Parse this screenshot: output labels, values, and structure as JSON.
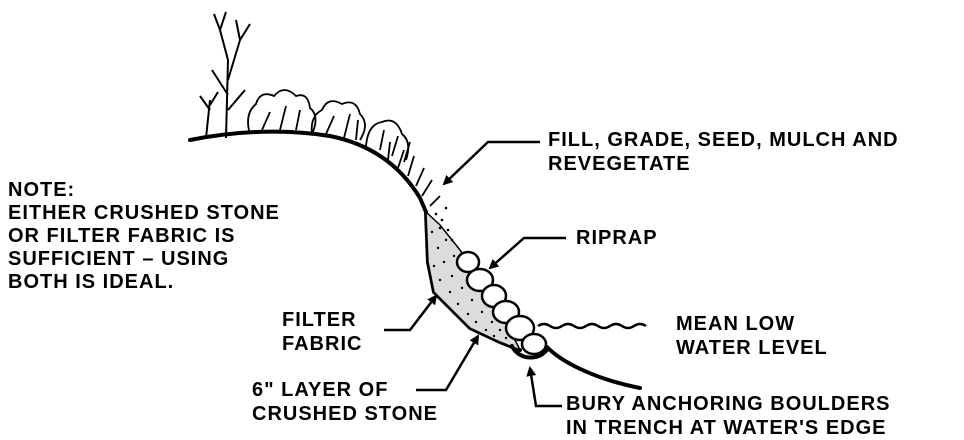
{
  "note": {
    "lines": [
      "NOTE:",
      "EITHER CRUSHED STONE",
      "OR FILTER FABRIC IS",
      "SUFFICIENT – USING",
      "BOTH IS IDEAL."
    ]
  },
  "labels": {
    "fill_grade": [
      "FILL, GRADE, SEED, MULCH AND",
      "REVEGETATE"
    ],
    "riprap": [
      "RIPRAP"
    ],
    "mean_low_water": [
      "MEAN LOW",
      "WATER LEVEL"
    ],
    "filter_fabric": [
      "FILTER",
      "FABRIC"
    ],
    "crushed_stone": [
      "6\" LAYER OF",
      "CRUSHED STONE"
    ],
    "bury_boulders": [
      "BURY ANCHORING BOULDERS",
      "IN TRENCH AT WATER'S EDGE"
    ]
  },
  "colors": {
    "ink": "#000000",
    "background": "#ffffff"
  }
}
